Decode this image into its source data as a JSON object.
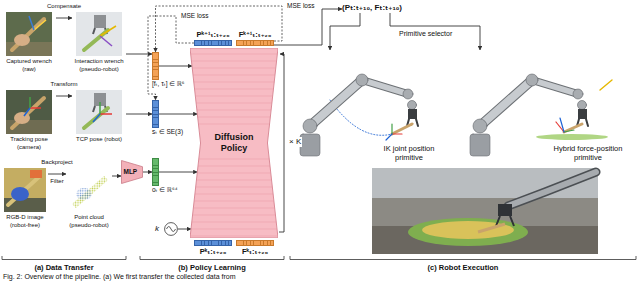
{
  "diagram": {
    "caption": "Fig. 2: Overview of the pipeline. (a) We first transfer the collected data from",
    "nodes": [
      {
        "text": [
          "Captured wrench (raw)"
        ]
      },
      {
        "text": [
          "Interaction wrench (pseudo-robot)"
        ]
      },
      {
        "text": [
          "Tracking pose (camera)"
        ]
      },
      {
        "text": [
          "TCP pose (robot)"
        ]
      },
      {
        "text": [
          "RGB-D image (robot-free)"
        ]
      },
      {
        "text": [
          "Point cloud (pseudo-robot)"
        ]
      },
      {
        "text": [
          "[fₜ, τₜ] ∈ ℝ⁶"
        ]
      },
      {
        "text": [
          "sₜ ∈ SE(3)"
        ]
      },
      {
        "text": [
          "MLP"
        ]
      },
      {
        "text": [
          "oₜ ∈ ℝ⁶⁴"
        ]
      },
      {
        "text": [
          "k"
        ]
      },
      {
        "text": [
          "Diffusion Policy"
        ]
      },
      {
        "text": [
          "Pᵏ⁺¹ₜ:ₜ₊₂₀"
        ]
      },
      {
        "text": [
          "Fᵏ⁺¹ₜ:ₜ₊₂₀"
        ]
      },
      {
        "text": [
          "Pᵏₜ:ₜ₊₂₀"
        ]
      },
      {
        "text": [
          "Fᵏₜ:ₜ₊₂₀"
        ]
      },
      {
        "text": [
          "(Pₜ:ₜ₊₁₀, Fₜ:ₜ₊₁₀)"
        ]
      },
      {
        "text": [
          "IK joint position primitive"
        ]
      },
      {
        "text": [
          "Hybrid force-position primitive"
        ]
      }
    ],
    "edges": [
      {
        "from": 0,
        "to": 1,
        "arrow": "to",
        "label": "Compensate"
      },
      {
        "from": 2,
        "to": 3,
        "arrow": "to",
        "label": "Transform"
      },
      {
        "from": 4,
        "to": 5,
        "arrow": "to",
        "label": "Backproject"
      },
      {
        "from": 1,
        "to": 6,
        "arrow": "to"
      },
      {
        "from": 3,
        "to": 7,
        "arrow": "to"
      },
      {
        "from": 5,
        "to": 8,
        "arrow": "to"
      },
      {
        "from": 8,
        "to": 9,
        "arrow": "to"
      },
      {
        "from": 6,
        "to": 11,
        "arrow": "to"
      },
      {
        "from": 7,
        "to": 11,
        "arrow": "to"
      },
      {
        "from": 9,
        "to": 11,
        "arrow": "to"
      },
      {
        "from": 10,
        "to": 11,
        "arrow": "to"
      },
      {
        "from": 13,
        "to": 6,
        "arrow": "to",
        "label": "MSE loss"
      },
      {
        "from": 12,
        "to": 7,
        "arrow": "to",
        "label": "MSE loss"
      },
      {
        "from": 13,
        "to": 16,
        "arrow": "to"
      },
      {
        "from": 16,
        "to": 17,
        "arrow": "to"
      },
      {
        "from": 16,
        "to": 18,
        "arrow": "to"
      }
    ],
    "labels": [
      "Filter",
      "× K",
      "(a) Data Transfer",
      "(b) Policy Learning",
      "(c) Robot Execution",
      "Primitive selector"
    ]
  }
}
